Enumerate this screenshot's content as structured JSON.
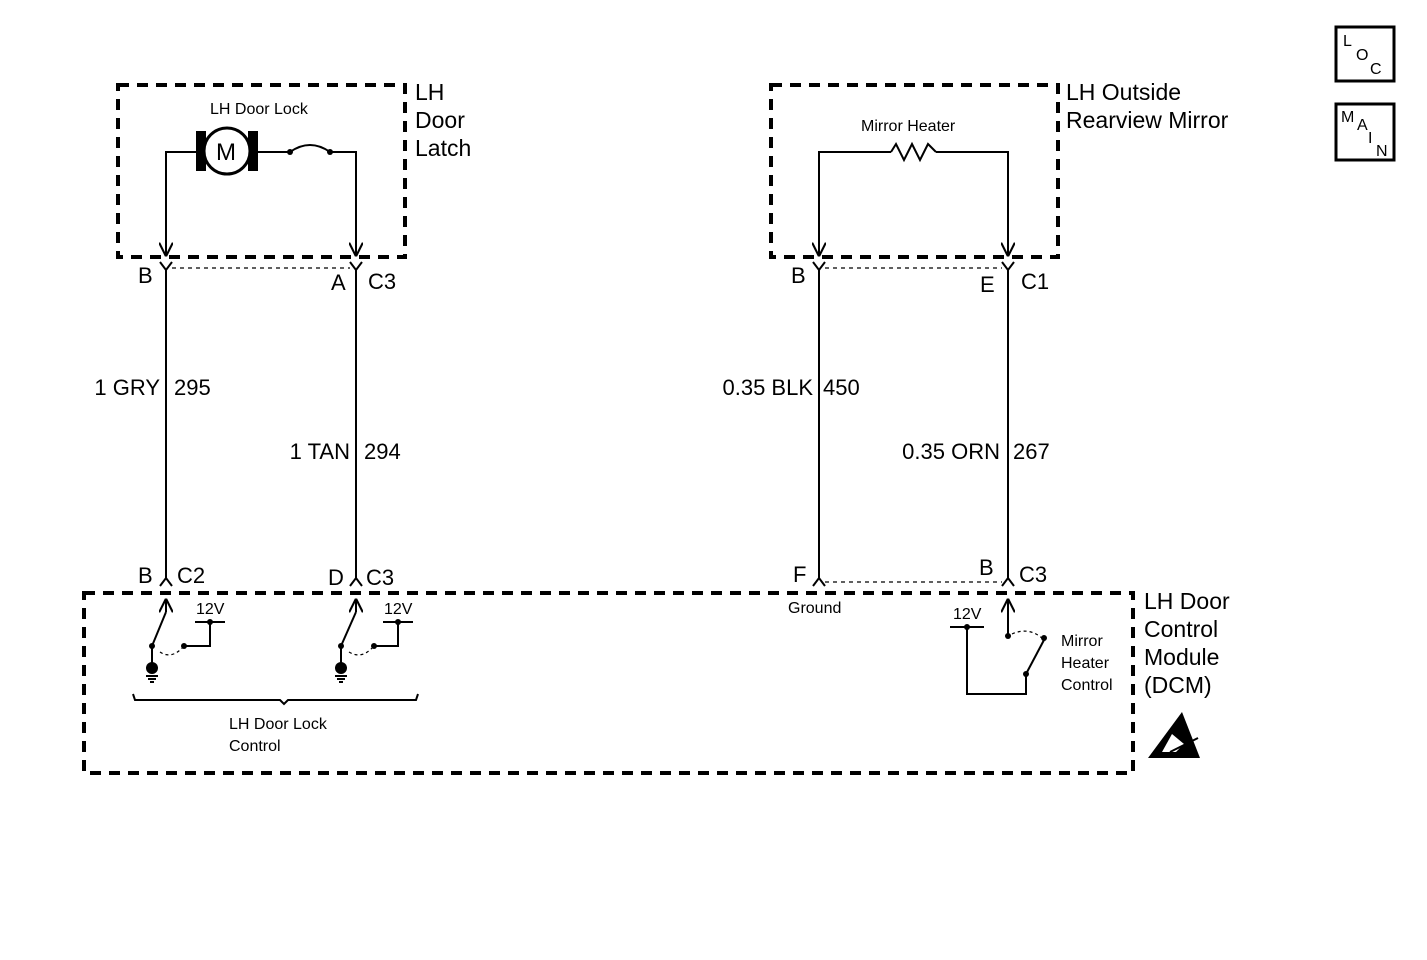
{
  "corner_icons": {
    "loc": [
      "L",
      "O",
      "C"
    ],
    "main": [
      "M",
      "A",
      "I",
      "N"
    ]
  },
  "door_latch": {
    "title": [
      "LH",
      "Door",
      "Latch"
    ],
    "component": "LH Door Lock",
    "motor_symbol": "M"
  },
  "mirror": {
    "title": [
      "LH Outside",
      "Rearview Mirror"
    ],
    "component": "Mirror Heater"
  },
  "connectors": {
    "latch_left_pin": "B",
    "latch_right_pin": "A",
    "latch_conn": "C3",
    "mirror_left_pin": "B",
    "mirror_right_pin": "E",
    "mirror_conn": "C1",
    "dcm_pin1": "B",
    "dcm_conn1": "C2",
    "dcm_pin2": "D",
    "dcm_conn2": "C3",
    "dcm_pin3": "F",
    "dcm_pin4": "B",
    "dcm_conn4": "C3"
  },
  "wires": [
    {
      "size_color": "1 GRY",
      "circuit": "295"
    },
    {
      "size_color": "1 TAN",
      "circuit": "294"
    },
    {
      "size_color": "0.35 BLK",
      "circuit": "450"
    },
    {
      "size_color": "0.35 ORN",
      "circuit": "267"
    }
  ],
  "dcm": {
    "title": [
      "LH Door",
      "Control",
      "Module",
      "(DCM)"
    ],
    "ground_label": "Ground",
    "voltage_label": "12V",
    "lock_control": [
      "LH Door Lock",
      "Control"
    ],
    "heater_control": [
      "Mirror",
      "Heater",
      "Control"
    ]
  }
}
